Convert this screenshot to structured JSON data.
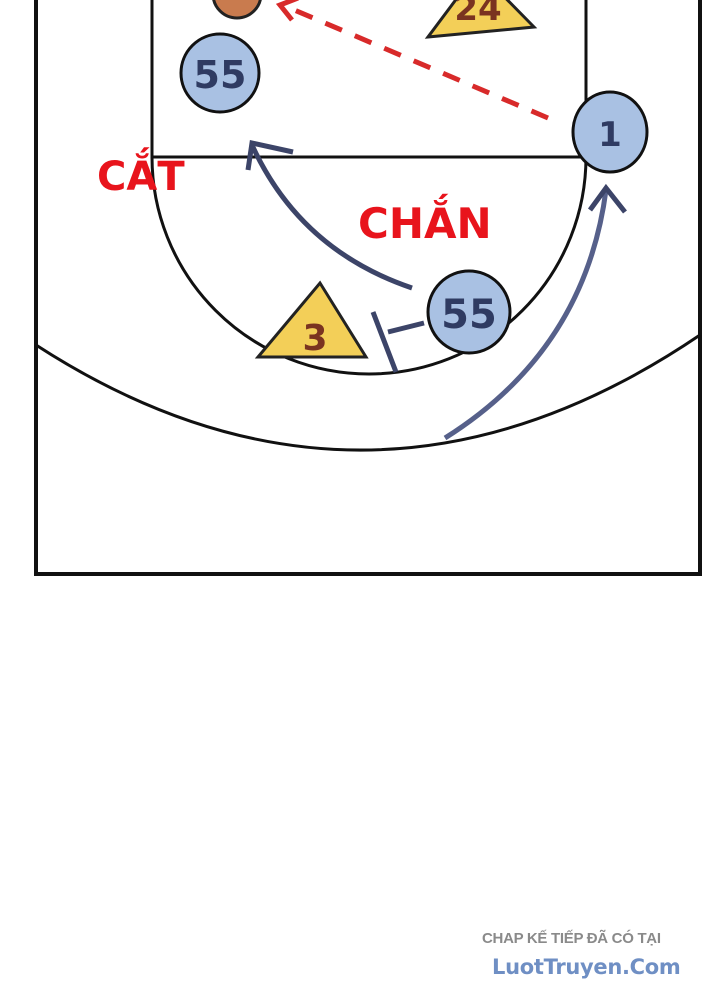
{
  "diagram": {
    "labels": {
      "cut": "CẮT",
      "screen": "CHẮN"
    },
    "players": {
      "top_triangle": "24",
      "circle_upper": "55",
      "circle_right": "1",
      "circle_lower": "55",
      "triangle_lower": "3"
    },
    "colors": {
      "offense_fill": "#a9c1e3",
      "defense_fill": "#f3cf58",
      "label_red": "#e8141c",
      "arrow_navy": "#3c4468",
      "ball": "#c97b4e"
    }
  },
  "watermark": {
    "line1": "CHAP KẾ TIẾP ĐÃ CÓ TẠI",
    "line2": "LuotTruyen.Com"
  }
}
